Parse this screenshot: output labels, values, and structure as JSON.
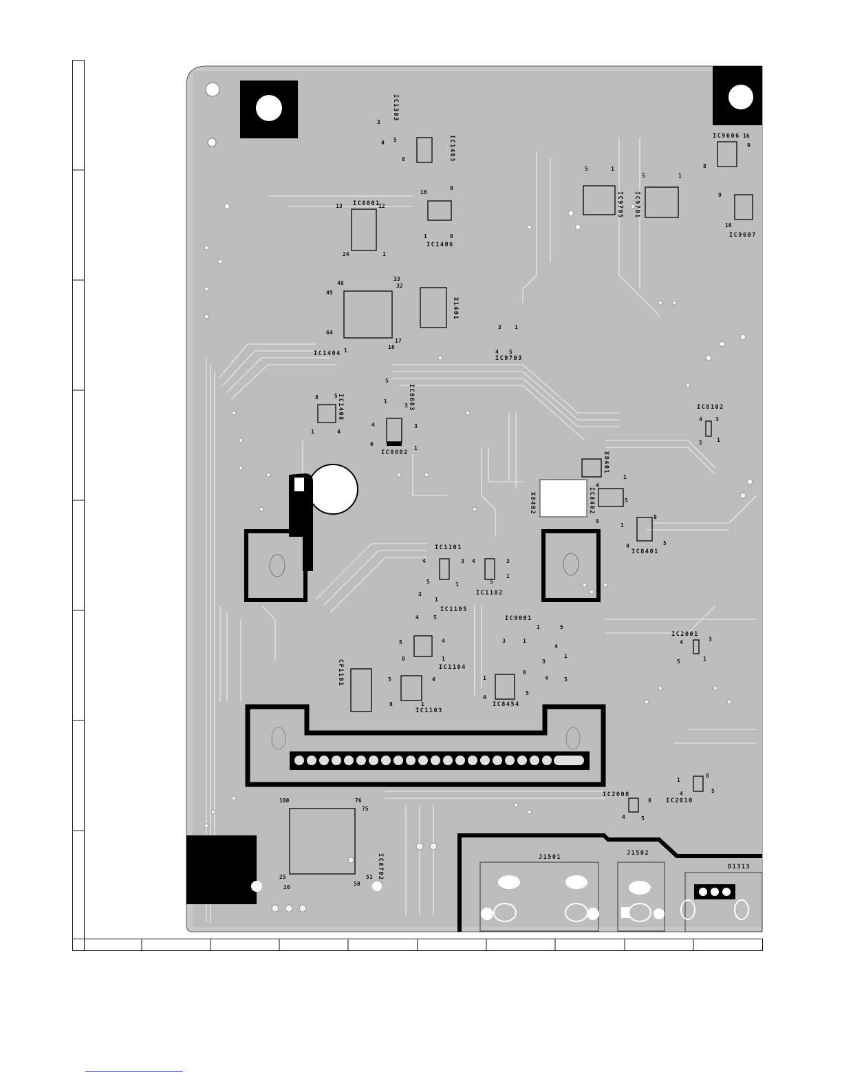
{
  "board": {
    "components": [
      {
        "ref": "IC1303"
      },
      {
        "ref": "IC1403"
      },
      {
        "ref": "IC8801"
      },
      {
        "ref": "IC1406"
      },
      {
        "ref": "IC1404"
      },
      {
        "ref": "X1401"
      },
      {
        "ref": "IC9703"
      },
      {
        "ref": "IC1408"
      },
      {
        "ref": "IC8603"
      },
      {
        "ref": "IC8602"
      },
      {
        "ref": "IC9705"
      },
      {
        "ref": "IC9701"
      },
      {
        "ref": "IC9606"
      },
      {
        "ref": "IC9607"
      },
      {
        "ref": "IC8102"
      },
      {
        "ref": "X8401"
      },
      {
        "ref": "X8402"
      },
      {
        "ref": "IC8402"
      },
      {
        "ref": "IC8401"
      },
      {
        "ref": "IC1101"
      },
      {
        "ref": "IC1102"
      },
      {
        "ref": "IC1105"
      },
      {
        "ref": "IC9001"
      },
      {
        "ref": "IC1104"
      },
      {
        "ref": "CF1101"
      },
      {
        "ref": "IC1103"
      },
      {
        "ref": "IC8454"
      },
      {
        "ref": "IC2001"
      },
      {
        "ref": "IC2008"
      },
      {
        "ref": "IC2010"
      },
      {
        "ref": "IC8702"
      },
      {
        "ref": "J1501"
      },
      {
        "ref": "J1502"
      },
      {
        "ref": "D1313"
      }
    ]
  }
}
